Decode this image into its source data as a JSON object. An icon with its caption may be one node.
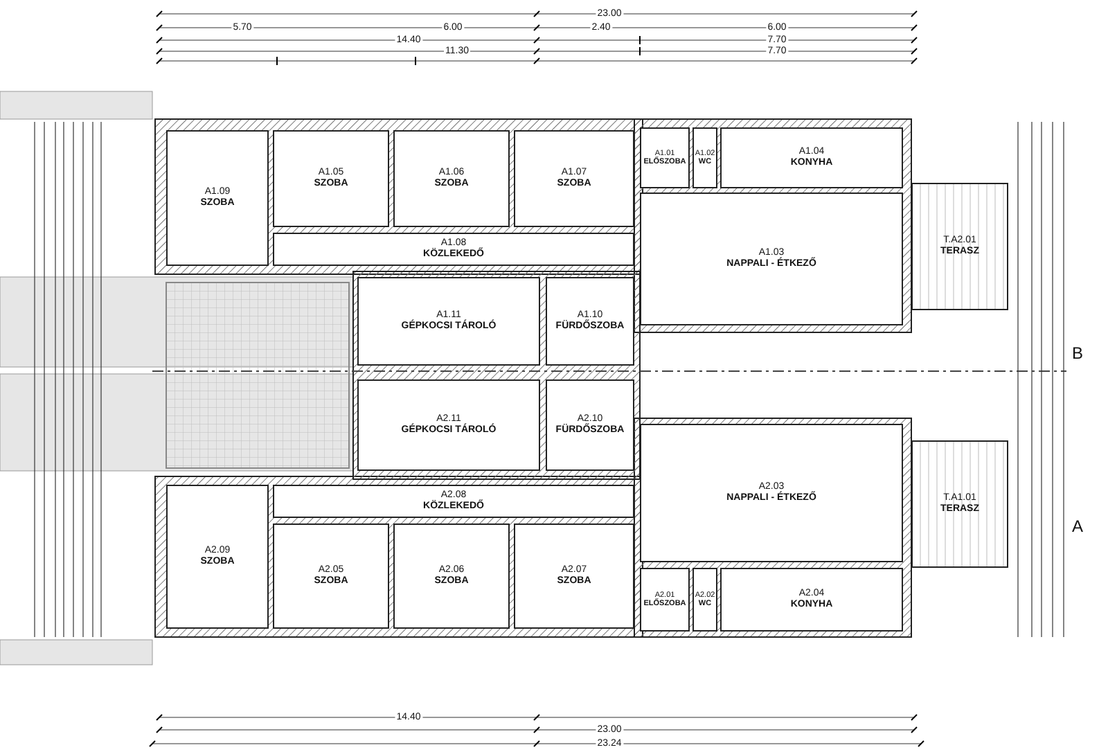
{
  "diagram": {
    "nodes": [
      {
        "text": [
          "A1.09",
          "SZOBA"
        ]
      },
      {
        "text": [
          "A1.05",
          "SZOBA"
        ]
      },
      {
        "text": [
          "A1.06",
          "SZOBA"
        ]
      },
      {
        "text": [
          "A1.07",
          "SZOBA"
        ]
      },
      {
        "text": [
          "A1.08",
          "KÖZLEKEDŐ"
        ]
      },
      {
        "text": [
          "A1.01",
          "ELŐSZOBA"
        ]
      },
      {
        "text": [
          "A1.02",
          "WC"
        ]
      },
      {
        "text": [
          "A1.04",
          "KONYHA"
        ]
      },
      {
        "text": [
          "A1.03",
          "NAPPALI - ÉTKEZŐ"
        ]
      },
      {
        "text": [
          "T.A2.01",
          "TERASZ"
        ]
      },
      {
        "text": [
          "A1.11",
          "GÉPKOCSI TÁROLÓ"
        ]
      },
      {
        "text": [
          "A1.10",
          "FÜRDŐSZOBA"
        ]
      },
      {
        "text": [
          "A2.11",
          "GÉPKOCSI TÁROLÓ"
        ]
      },
      {
        "text": [
          "A2.10",
          "FÜRDŐSZOBA"
        ]
      },
      {
        "text": [
          "A2.03",
          "NAPPALI - ÉTKEZŐ"
        ]
      },
      {
        "text": [
          "T.A1.01",
          "TERASZ"
        ]
      },
      {
        "text": [
          "A2.08",
          "KÖZLEKEDŐ"
        ]
      },
      {
        "text": [
          "A2.09",
          "SZOBA"
        ]
      },
      {
        "text": [
          "A2.05",
          "SZOBA"
        ]
      },
      {
        "text": [
          "A2.06",
          "SZOBA"
        ]
      },
      {
        "text": [
          "A2.07",
          "SZOBA"
        ]
      },
      {
        "text": [
          "A2.01",
          "ELŐSZOBA"
        ]
      },
      {
        "text": [
          "A2.02",
          "WC"
        ]
      },
      {
        "text": [
          "A2.04",
          "KONYHA"
        ]
      }
    ],
    "labels": [
      "23.00",
      "5.70",
      "6.00",
      "2.40",
      "6.00",
      "14.40",
      "7.70",
      "11.30",
      "7.70",
      "14.40",
      "23.00",
      "23.24",
      "B",
      "A"
    ]
  }
}
